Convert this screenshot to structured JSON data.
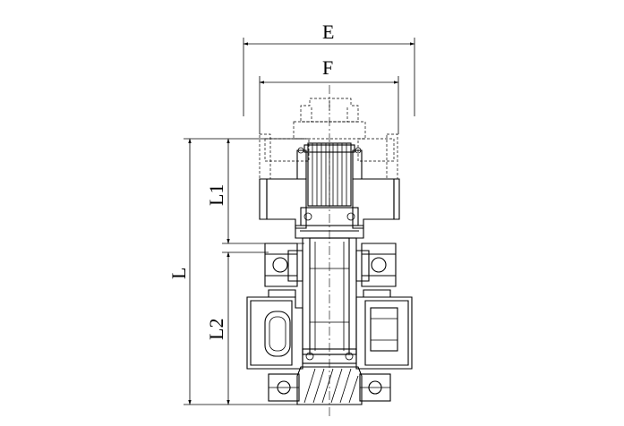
{
  "dimensions": {
    "overall_width_label": "E",
    "flange_width_label": "F",
    "total_length_label": "L",
    "upper_length_label": "L1",
    "lower_length_label": "L2"
  },
  "colors": {
    "line": "#000000",
    "background": "#ffffff"
  }
}
